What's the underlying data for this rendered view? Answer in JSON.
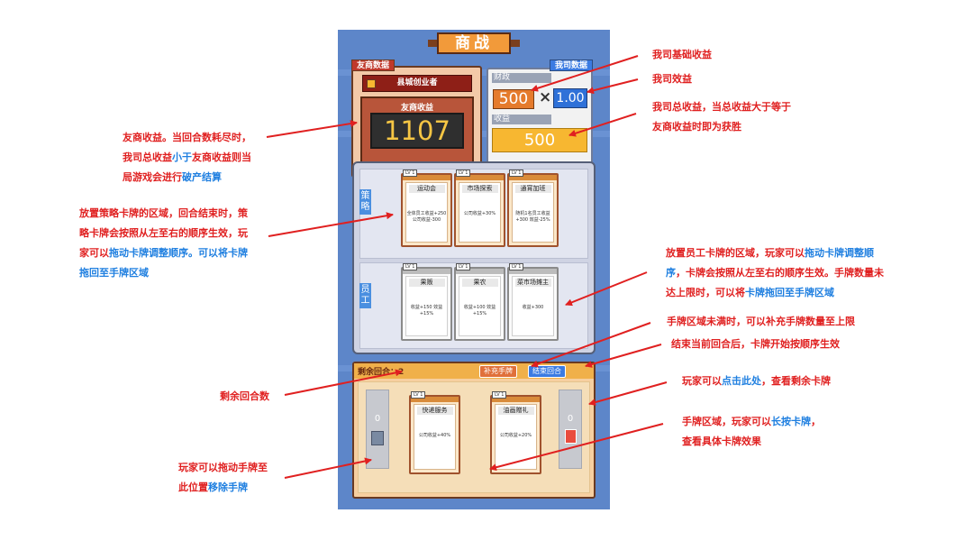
{
  "game": {
    "title": "商战",
    "rival": {
      "tab": "友商数据",
      "rank": "县城创业者",
      "income_label": "友商收益",
      "income": "1107"
    },
    "mine": {
      "tab": "我司数据",
      "finance_label": "财政",
      "base": "500",
      "times": "×",
      "efficiency": "1.00",
      "income_label": "收益",
      "total": "500"
    },
    "board": {
      "strategy_label": "策略",
      "staff_label": "员工",
      "strategy_cards": [
        {
          "level": "LV 1",
          "name": "运动会",
          "effect": "全体员工收益+250 公司收益-300"
        },
        {
          "level": "LV 1",
          "name": "市场探索",
          "effect": "公司收益+30%"
        },
        {
          "level": "LV 1",
          "name": "通宵加班",
          "effect": "随机1名员工收益+300 效益-25%"
        }
      ],
      "staff_cards": [
        {
          "level": "LV 1",
          "name": "果贩",
          "effect": "收益+150 效益+15%"
        },
        {
          "level": "LV 1",
          "name": "果农",
          "effect": "收益+100 效益+15%"
        },
        {
          "level": "LV 1",
          "name": "菜市场摊主",
          "effect": "收益+300"
        }
      ]
    },
    "hand": {
      "rounds_label": "剩余回合：",
      "rounds": "2",
      "refill_button": "补充手牌",
      "end_button": "结束回合",
      "trash_count": "0",
      "deck_count": "0",
      "cards": [
        {
          "level": "LV 1",
          "name": "快递服务",
          "effect": "公司收益+40%"
        },
        {
          "level": "LV 1",
          "name": "油画赠礼",
          "effect": "公司收益+20%"
        }
      ]
    }
  },
  "annotations": {
    "base_income": "我司基础收益",
    "efficiency": "我司效益",
    "total_1": "我司总收益，当总收益大于等于",
    "total_2": "友商收益时即为获胜",
    "rival_1": "友商收益。当回合数耗尽时，",
    "rival_2a": "我司总收益",
    "rival_2b": "小于",
    "rival_2c": "友商收益则当",
    "rival_3a": "局游戏会进行",
    "rival_3b": "破产结算",
    "strategy_1": "放置策略卡牌的区域，回合结束时，策",
    "strategy_2": "略卡牌会按照从左至右的顺序生效，玩",
    "strategy_3a": "家可以",
    "strategy_3b": "拖动卡牌调整顺序。可以将卡牌",
    "strategy_4": "拖回至手牌区域",
    "staff_1": "放置员工卡牌的区域，玩家可以",
    "staff_1b": "拖动卡牌调整顺",
    "staff_2a": "序",
    "staff_2b": "，卡牌会按照从左至右的顺序生效。手牌数量未",
    "staff_3a": "达上限时，可以将",
    "staff_3b": "卡牌拖回至手牌区域",
    "refill": "手牌区域未满时，可以补充手牌数量至上限",
    "end_turn": "结束当前回合后，卡牌开始按顺序生效",
    "deck_a": "玩家可以",
    "deck_b": "点击此处",
    "deck_c": "，查看剩余卡牌",
    "rounds": "剩余回合数",
    "hand_1a": "手牌区域，玩家可以",
    "hand_1b": "长按卡牌",
    "hand_1c": "，",
    "hand_2": "查看具体卡牌效果",
    "trash_1": "玩家可以拖动手牌至",
    "trash_2a": "此位置",
    "trash_2b": "移除手牌"
  },
  "colors": {
    "note_red": "#e02020",
    "note_blue": "#1f7fe0",
    "frame_blue": "#5d86c9"
  }
}
